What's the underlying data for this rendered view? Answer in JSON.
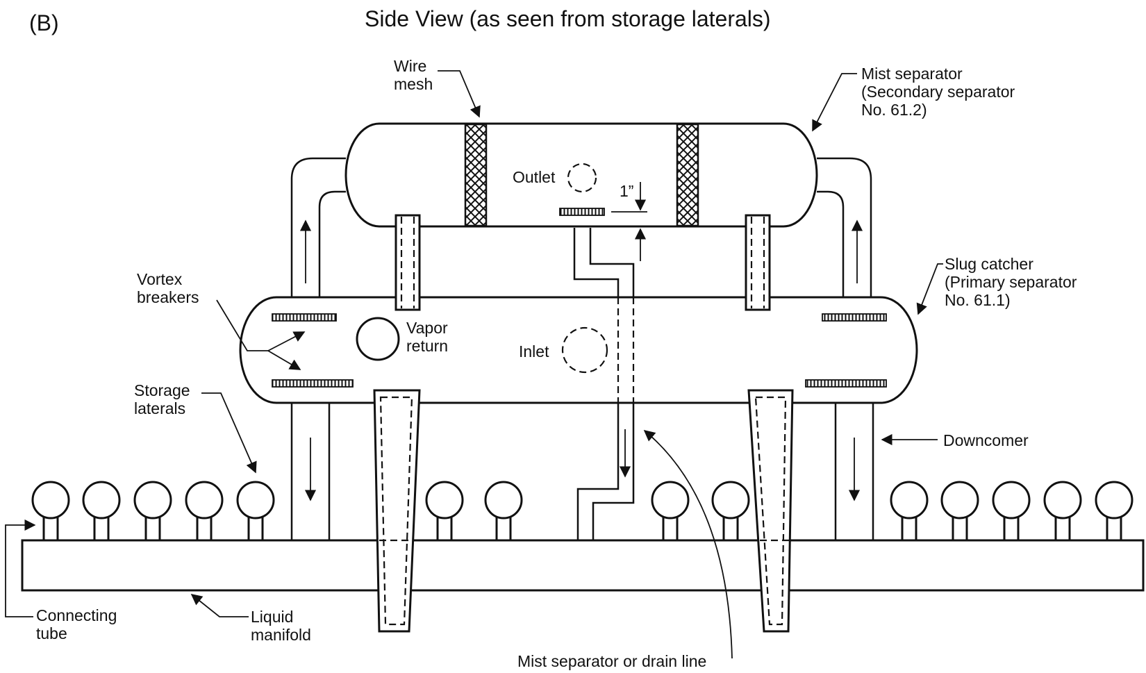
{
  "panel_label": "(B)",
  "title": "Side View (as seen from storage laterals)",
  "labels": {
    "wire_mesh_1": "Wire",
    "wire_mesh_2": "mesh",
    "mist_sep_1": "Mist separator",
    "mist_sep_2": "(Secondary separator",
    "mist_sep_3": "No. 61.2)",
    "outlet": "Outlet",
    "dim_1in": "1”",
    "vortex_1": "Vortex",
    "vortex_2": "breakers",
    "vapor_1": "Vapor",
    "vapor_2": "return",
    "inlet": "Inlet",
    "slug_1": "Slug catcher",
    "slug_2": "(Primary separator",
    "slug_3": "No. 61.1)",
    "storage_1": "Storage",
    "storage_2": "laterals",
    "downcomer": "Downcomer",
    "connecting_1": "Connecting",
    "connecting_2": "tube",
    "liquid_1": "Liquid",
    "liquid_2": "manifold",
    "drain_line": "Mist separator or drain line"
  },
  "colors": {
    "ink": "#111111",
    "paper": "#ffffff"
  }
}
